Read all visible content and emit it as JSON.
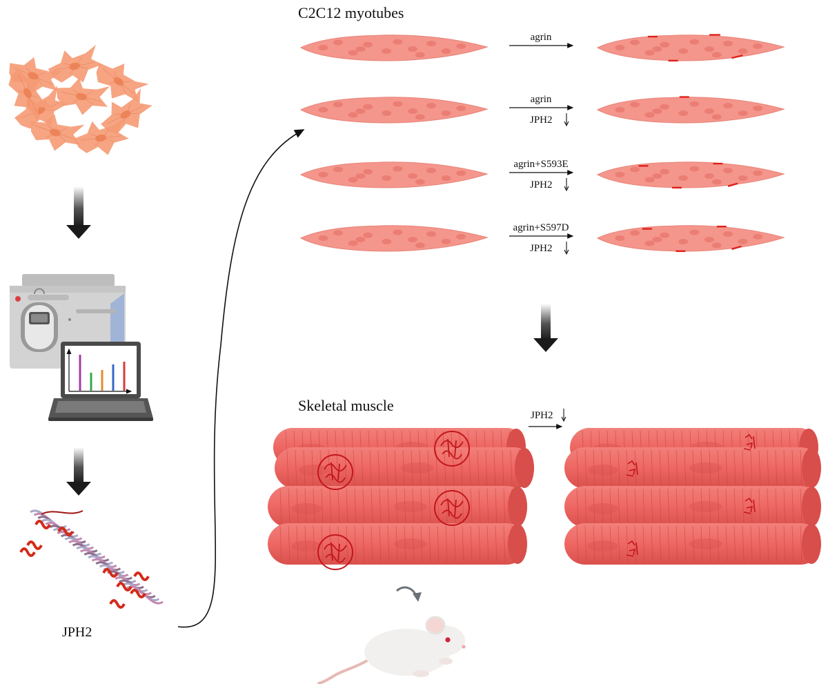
{
  "titles": {
    "myotubes": "C2C12 myotubes",
    "skeletal": "Skeletal muscle",
    "protein": "JPH2"
  },
  "conditions": [
    {
      "top": "agrin",
      "bottom": ""
    },
    {
      "top": "agrin",
      "bottom": "JPH2"
    },
    {
      "top": "agrin+S593E",
      "bottom": "JPH2"
    },
    {
      "top": "agrin+S597D",
      "bottom": "JPH2"
    }
  ],
  "muscle_arrow": {
    "label": "JPH2"
  },
  "colors": {
    "myotube": "#f4968c",
    "myotube_edge": "#e88276",
    "nucleus": "#e97a70",
    "cluster": "#e0201b",
    "fiber": "#ef6a66",
    "fiber_dark": "#d84e4b",
    "fiber_stripe": "#c9463f",
    "dhpr": "#c2161a",
    "arrow_block": "#1a1a1a",
    "fibroblast": "#f59a73",
    "mouse": "#f2f0ee"
  },
  "icons": {
    "cells": "fibroblast-cells-icon",
    "instrument": "mass-spectrometer-icon",
    "laptop": "laptop-chart-icon",
    "protein": "protein-structure-icon",
    "mouse": "mouse-icon"
  },
  "laptop_bars": [
    "#a33aa6",
    "#3aa64a",
    "#e68a2e",
    "#3a66c9",
    "#d93a3a"
  ]
}
